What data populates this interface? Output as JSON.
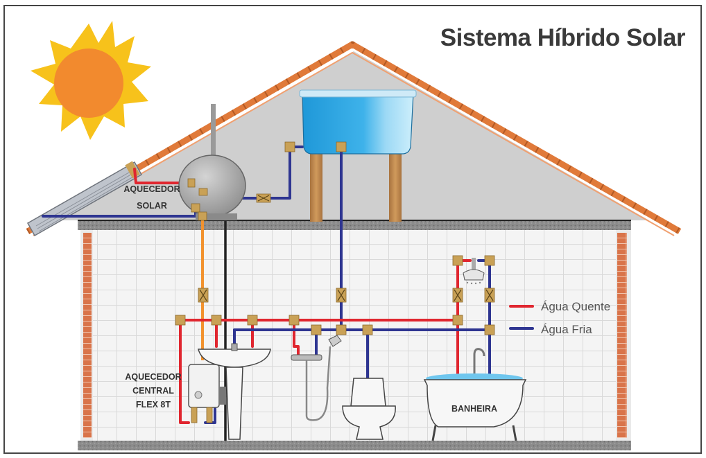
{
  "title": "Sistema Híbrido Solar",
  "labels": {
    "solar_heater_line1": "AQUECEDOR",
    "solar_heater_line2": "SOLAR",
    "central_heater_line1": "AQUECEDOR",
    "central_heater_line2": "CENTRAL",
    "central_heater_line3": "FLEX 8T",
    "bathtub": "BANHEIRA"
  },
  "legend": {
    "hot": {
      "label": "Água Quente",
      "color": "#e0262f"
    },
    "cold": {
      "label": "Água Fria",
      "color": "#2e3591"
    }
  },
  "colors": {
    "sun": "#f28a2e",
    "sun_rays": "#f7c21b",
    "roof_tiles": "#e07a3a",
    "water_tank": "#2ea7e0",
    "brick": "#d9744a"
  },
  "icons": [
    "sun-icon",
    "solar-panel-icon",
    "water-tank-icon",
    "boiler-icon",
    "shower-icon",
    "sink-icon",
    "toilet-icon",
    "bathtub-icon",
    "heater-icon"
  ]
}
